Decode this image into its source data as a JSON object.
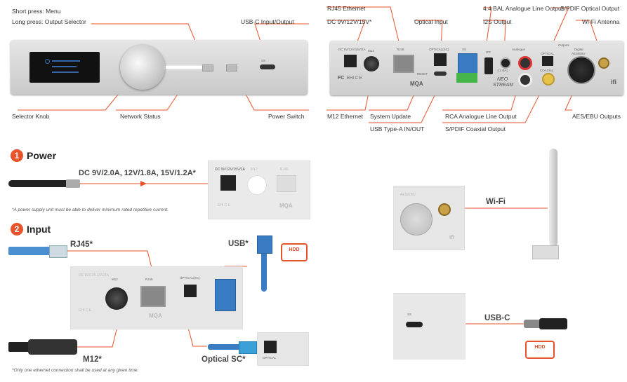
{
  "top_front": {
    "short_press": "Short press: Menu",
    "long_press": "Long press: Output Selector",
    "usb_c_io": "USB-C Input/Output",
    "selector_knob": "Selector Knob",
    "network_status": "Network Status",
    "power_switch": "Power Switch"
  },
  "top_rear": {
    "rj45": "RJ45 Ethernet",
    "dc_in": "DC 9V/12V/15V*",
    "optical_in": "Optical Input",
    "bal_out": "4.4 BAL Analogue Line Output",
    "i2s_out": "I2S Output",
    "spdif_optical": "S/PDIF Optical Output",
    "wifi_antenna": "Wi-Fi Antenna",
    "m12": "M12 Ethernet",
    "system_update": "System Update",
    "usb_a": "USB Type-A IN/OUT",
    "rca_out": "RCA Analogue Line Output",
    "spdif_coax": "S/PDIF Coaxial Output",
    "aes_ebu": "AES/EBU Outputs"
  },
  "power": {
    "number": "1",
    "title": "Power",
    "dc_spec": "DC 9V/2.0A, 12V/1.8A, 15V/1.2A*",
    "note": "*A power supply unit must be able to deliver minimum rated repetitive current."
  },
  "input": {
    "number": "2",
    "title": "Input",
    "rj45": "RJ45*",
    "usb": "USB*",
    "m12": "M12*",
    "optical": "Optical SC*",
    "note": "*Only one ethernet connection shall be used at any given time."
  },
  "right": {
    "wifi": "Wi-Fi",
    "usb_c": "USB-C",
    "hdd": "HDD"
  },
  "device_text": {
    "mqa": "MQA",
    "neo": "NEO",
    "stream": "STREAM",
    "ifi": "ifi",
    "m12": "M12",
    "rj45": "RJ45",
    "optical_sc": "OPTICAL(SC)",
    "dc": "DC 9V/12V/15V/2A",
    "dc_ghost": "DC 9V/12V-15V/2A",
    "aes": "AES/EBU",
    "coaxial": "COAXIAL",
    "optical": "OPTICAL",
    "digital": "Digital",
    "analogue": "Analogue",
    "outputs": "Outputs",
    "ss": "SS",
    "i2s": "I2S",
    "bal": "4.4 BAL",
    "reset": "RESET",
    "fc": "FC",
    "ce": "EHI C E"
  },
  "colors": {
    "accent": "#e8532b",
    "usb_blue": "#3a7cc4",
    "ethernet_blue": "#4a8fd0",
    "device": "#dcdcdc"
  }
}
